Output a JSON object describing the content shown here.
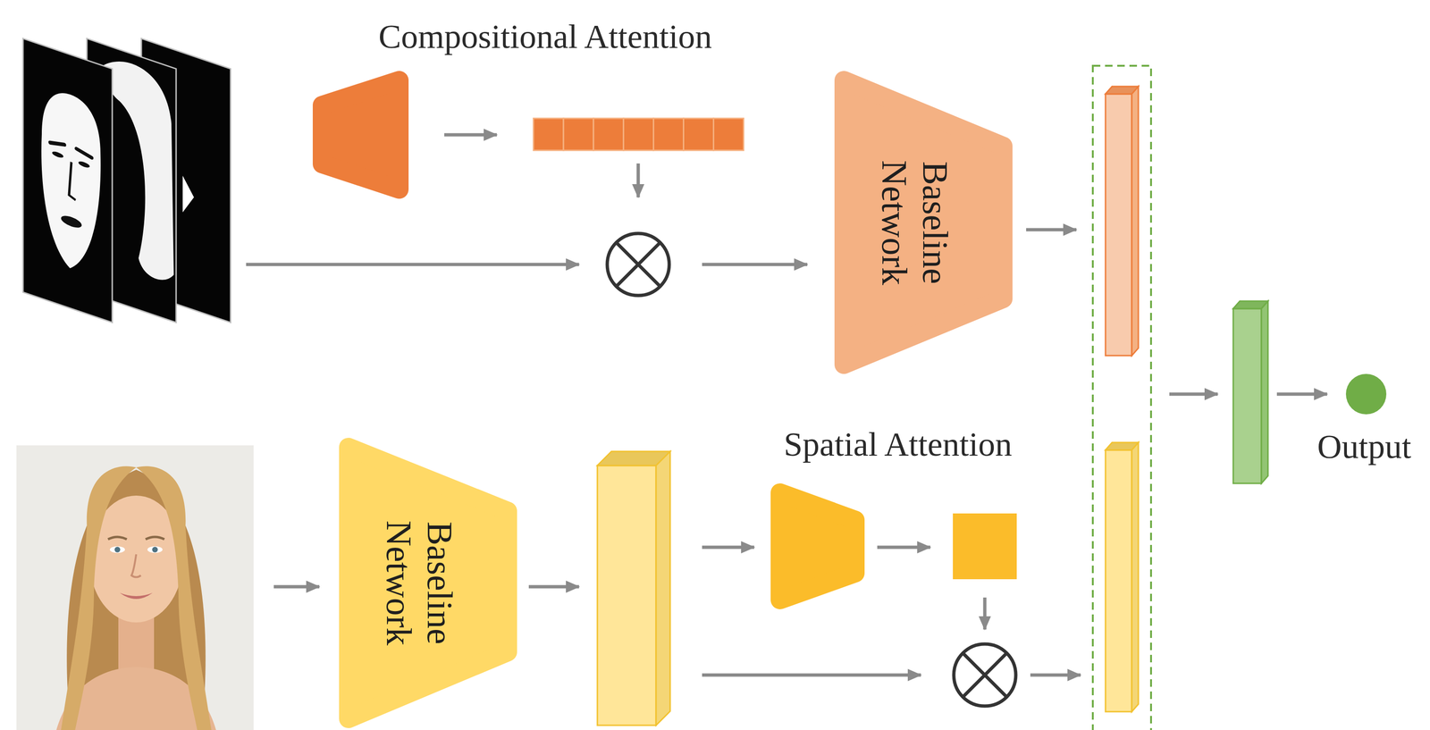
{
  "diagram": {
    "nodes": [
      {
        "text": [
          "Baseline Network"
        ]
      },
      {
        "text": [
          "Baseline Network"
        ]
      }
    ],
    "labels": [
      "Compositional Attention",
      "Spatial Attention",
      "Output"
    ]
  }
}
